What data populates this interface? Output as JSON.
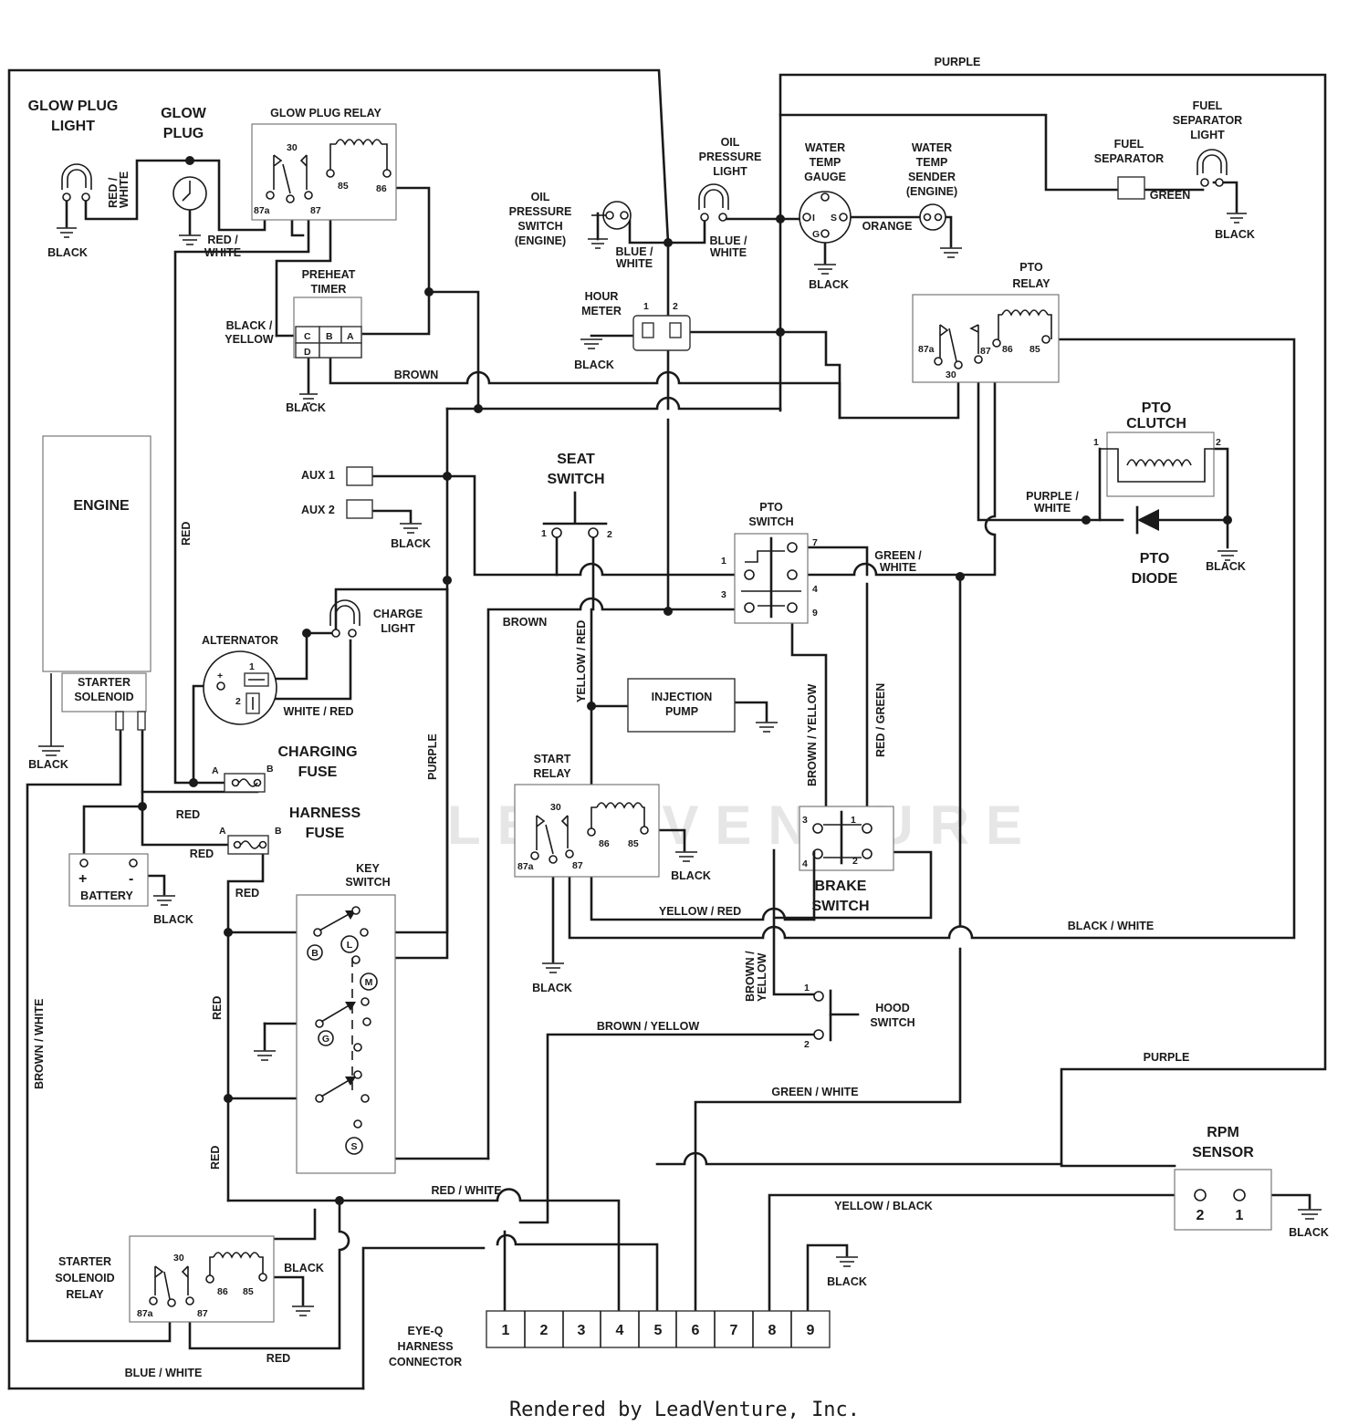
{
  "components": {
    "glow_plug_light": "GLOW PLUG\nLIGHT",
    "glow_plug": "GLOW\nPLUG",
    "glow_plug_relay": "GLOW PLUG RELAY",
    "preheat_timer": "PREHEAT\nTIMER",
    "oil_pressure_switch": "OIL\nPRESSURE\nSWITCH\n(ENGINE)",
    "oil_pressure_light": "OIL\nPRESSURE\nLIGHT",
    "water_temp_gauge": "WATER\nTEMP\nGAUGE",
    "water_temp_sender": "WATER\nTEMP\nSENDER\n(ENGINE)",
    "fuel_separator": "FUEL\nSEPARATOR",
    "fuel_separator_light": "FUEL\nSEPARATOR\nLIGHT",
    "hour_meter": "HOUR\nMETER",
    "pto_relay": "PTO\nRELAY",
    "pto_clutch": "PTO\nCLUTCH",
    "pto_diode": "PTO\nDIODE",
    "pto_switch": "PTO\nSWITCH",
    "seat_switch": "SEAT\nSWITCH",
    "aux1": "AUX 1",
    "aux2": "AUX 2",
    "engine": "ENGINE",
    "starter_solenoid": "STARTER\nSOLENOID",
    "alternator": "ALTERNATOR",
    "charge_light": "CHARGE\nLIGHT",
    "charging_fuse": "CHARGING\nFUSE",
    "harness_fuse": "HARNESS\nFUSE",
    "battery": "BATTERY",
    "key_switch": "KEY\nSWITCH",
    "injection_pump": "INJECTION\nPUMP",
    "start_relay": "START\nRELAY",
    "brake_switch": "BRAKE\nSWITCH",
    "hood_switch": "HOOD\nSWITCH",
    "rpm_sensor": "RPM\nSENSOR",
    "starter_solenoid_relay": "STARTER\nSOLENOID\nRELAY",
    "eyeq_connector": "EYE-Q\nHARNESS\nCONNECTOR"
  },
  "wires": {
    "purple": "PURPLE",
    "red_white": "RED /\nWHITE",
    "red_white_h": "RED / WHITE",
    "black": "BLACK",
    "black_yellow": "BLACK /\nYELLOW",
    "brown": "BROWN",
    "blue_white": "BLUE /\nWHITE",
    "blue_white_h": "BLUE / WHITE",
    "orange": "ORANGE",
    "green": "GREEN",
    "red": "RED",
    "green_white": "GREEN /\nWHITE",
    "green_white_h": "GREEN / WHITE",
    "purple_white": "PURPLE /\nWHITE",
    "yellow_red": "YELLOW / RED",
    "white_red": "WHITE / RED",
    "brown_yellow": "BROWN / YELLOW",
    "red_green": "RED / GREEN",
    "black_white": "BLACK / WHITE",
    "brown_yellow_v": "BROWN /\nYELLOW",
    "brown_white": "BROWN / WHITE",
    "yellow_black": "YELLOW / BLACK"
  },
  "pins": {
    "p30": "30",
    "p87a": "87a",
    "p87": "87",
    "p85": "85",
    "p86": "86",
    "p1": "1",
    "p2": "2",
    "p3": "3",
    "p4": "4",
    "p7": "7",
    "p9": "9",
    "a": "A",
    "b": "B",
    "c": "C",
    "d": "D",
    "plus": "+",
    "minus": "-",
    "key_b": "B",
    "key_l": "L",
    "key_m": "M",
    "key_g": "G",
    "key_s": "S",
    "gauge_i": "I",
    "gauge_s": "S",
    "gauge_g": "G"
  },
  "connector_pins": [
    "1",
    "2",
    "3",
    "4",
    "5",
    "6",
    "7",
    "8",
    "9"
  ],
  "watermark": "LEADVENTURE",
  "footer": "Rendered by LeadVenture, Inc."
}
